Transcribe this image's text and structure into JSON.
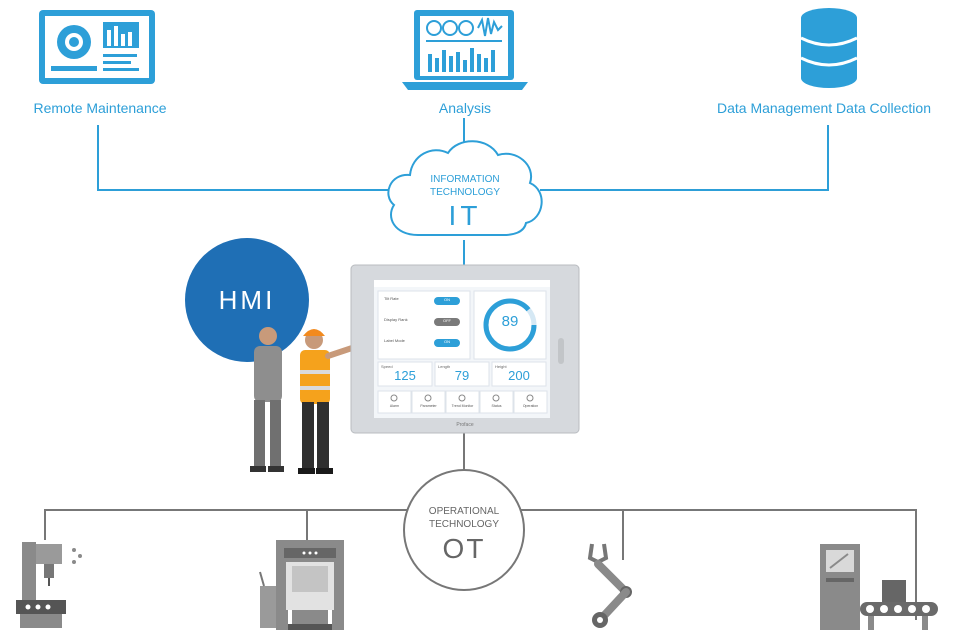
{
  "top_nodes": [
    {
      "label": "Remote Maintenance",
      "icon": "dashboard-monitor-icon"
    },
    {
      "label": "Analysis",
      "icon": "laptop-analysis-icon"
    },
    {
      "label": "Data Management  Data Collection",
      "icon": "database-icon"
    }
  ],
  "it_cloud": {
    "line1": "INFORMATION",
    "line2": "TECHNOLOGY",
    "abbr": "IT"
  },
  "hmi": {
    "label": "HMI"
  },
  "hmi_screen": {
    "toggles": [
      {
        "label": "Tilt Rate",
        "state": "ON"
      },
      {
        "label": "Display Rank",
        "state": "OFF"
      },
      {
        "label": "Label Mode",
        "state": "ON"
      }
    ],
    "gauge_value": "89",
    "readouts": [
      {
        "label": "Speed",
        "value": "125"
      },
      {
        "label": "Length",
        "value": "79"
      },
      {
        "label": "Height",
        "value": "200"
      }
    ],
    "buttons": [
      "Alarm",
      "Parameter",
      "Trend Monitor",
      "Status",
      "Operation"
    ],
    "brand": "Proface"
  },
  "ot_circle": {
    "line1": "OPERATIONAL",
    "line2": "TECHNOLOGY",
    "abbr": "OT"
  },
  "machines": [
    "milling-machine-icon",
    "press-machine-icon",
    "robot-arm-icon",
    "conveyor-station-icon"
  ],
  "colors": {
    "it_blue": "#2d9fd8",
    "hmi_blue": "#1f6fb5",
    "ot_gray": "#777777",
    "machine_gray": "#8a8a8a"
  }
}
